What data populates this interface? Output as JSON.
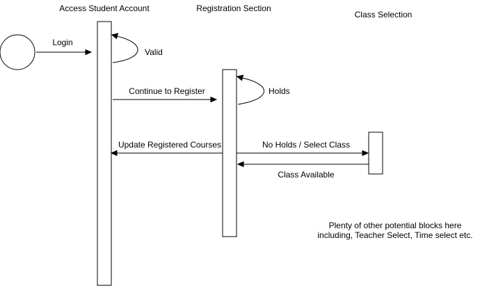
{
  "headers": {
    "access_student_account": "Access Student Account",
    "registration_section": "Registration Section",
    "class_selection": "Class Selection"
  },
  "messages": {
    "login": "Login",
    "valid": "Valid",
    "continue_to_register": "Continue to Register",
    "holds": "Holds",
    "update_registered_courses": "Update Registered Courses",
    "no_holds_select_class": "No Holds / Select Class",
    "class_available": "Class Available"
  },
  "note": {
    "line1": "Plenty of other potential blocks here",
    "line2": "including, Teacher Select, Time select etc."
  }
}
